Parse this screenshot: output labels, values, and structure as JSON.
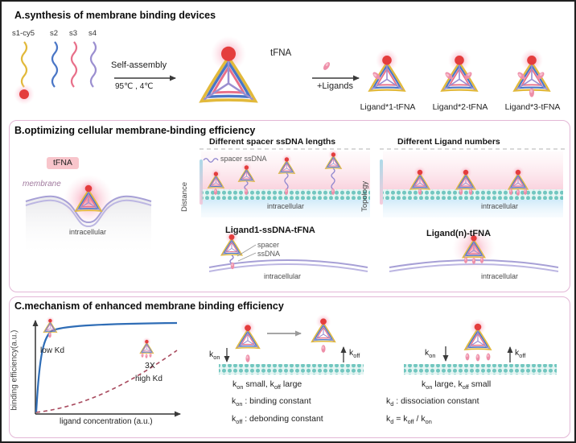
{
  "shared": {
    "intracellular": "intracellular",
    "membrane": "membrane"
  },
  "colors": {
    "strand_s1": "#e2b93b",
    "strand_s2": "#4a76c6",
    "strand_s3": "#e8708a",
    "strand_s4": "#9b8fd0",
    "cy5_dye": "#e43d3d",
    "ligand": "#ee8fa9",
    "membrane": "#72c7c0",
    "panel_border": "#e3b7d6",
    "curve_low_kd": "#2f6db6",
    "curve_high_kd": "#a84a5e"
  },
  "panelA": {
    "letter": "A",
    "title": ".synthesis of membrane binding devices",
    "strand_labels": [
      "s1-cy5",
      "s2",
      "s3",
      "s4"
    ],
    "self_assembly": "Self-assembly",
    "conditions": "95℃ , 4℃",
    "tfna_label": "tFNA",
    "plus_ligands": "+Ligands",
    "products": [
      "Ligand*1-tFNA",
      "Ligand*2-tFNA",
      "Ligand*3-tFNA"
    ]
  },
  "panelB": {
    "letter": "B",
    "title": ".optimizing cellular membrane-binding efficiency",
    "tfna_chip": "tFNA",
    "spacer_section": {
      "title": "Different spacer ssDNA lengths",
      "legend": "spacer ssDNA",
      "axis": "Distance"
    },
    "number_section": {
      "title": "Different Ligand numbers",
      "axis": "Topology"
    },
    "ligand1_section": {
      "title": "Ligand1-ssDNA-tFNA",
      "spacer": "spacer",
      "ssdna": "ssDNA"
    },
    "ligandn_section": {
      "title": "Ligand(n)-tFNA"
    }
  },
  "panelC": {
    "letter": "C",
    "title": ".mechanism of enhanced membrane binding efficiency",
    "graph": {
      "ylabel": "binding efficiency(a.u.)",
      "xlabel": "ligand concentration (a.u.)",
      "low_kd": "low Kd",
      "high_kd": "high Kd",
      "fold": "3X"
    },
    "kon": [
      "k",
      "on"
    ],
    "koff": [
      "k",
      "off"
    ],
    "caption_left": [
      "k",
      "on",
      " small, k",
      "off",
      " large"
    ],
    "caption_right": [
      "k",
      "on",
      " large, k",
      "off",
      " small"
    ],
    "defs": {
      "binding": [
        "k",
        "on",
        " : binding constant"
      ],
      "debonding": [
        "k",
        "off",
        " : debonding constant"
      ],
      "dissociation": [
        "k",
        "d",
        " : dissociation constant"
      ],
      "formula": [
        "k",
        "d",
        " = k",
        "off",
        " / k",
        "on"
      ]
    }
  }
}
